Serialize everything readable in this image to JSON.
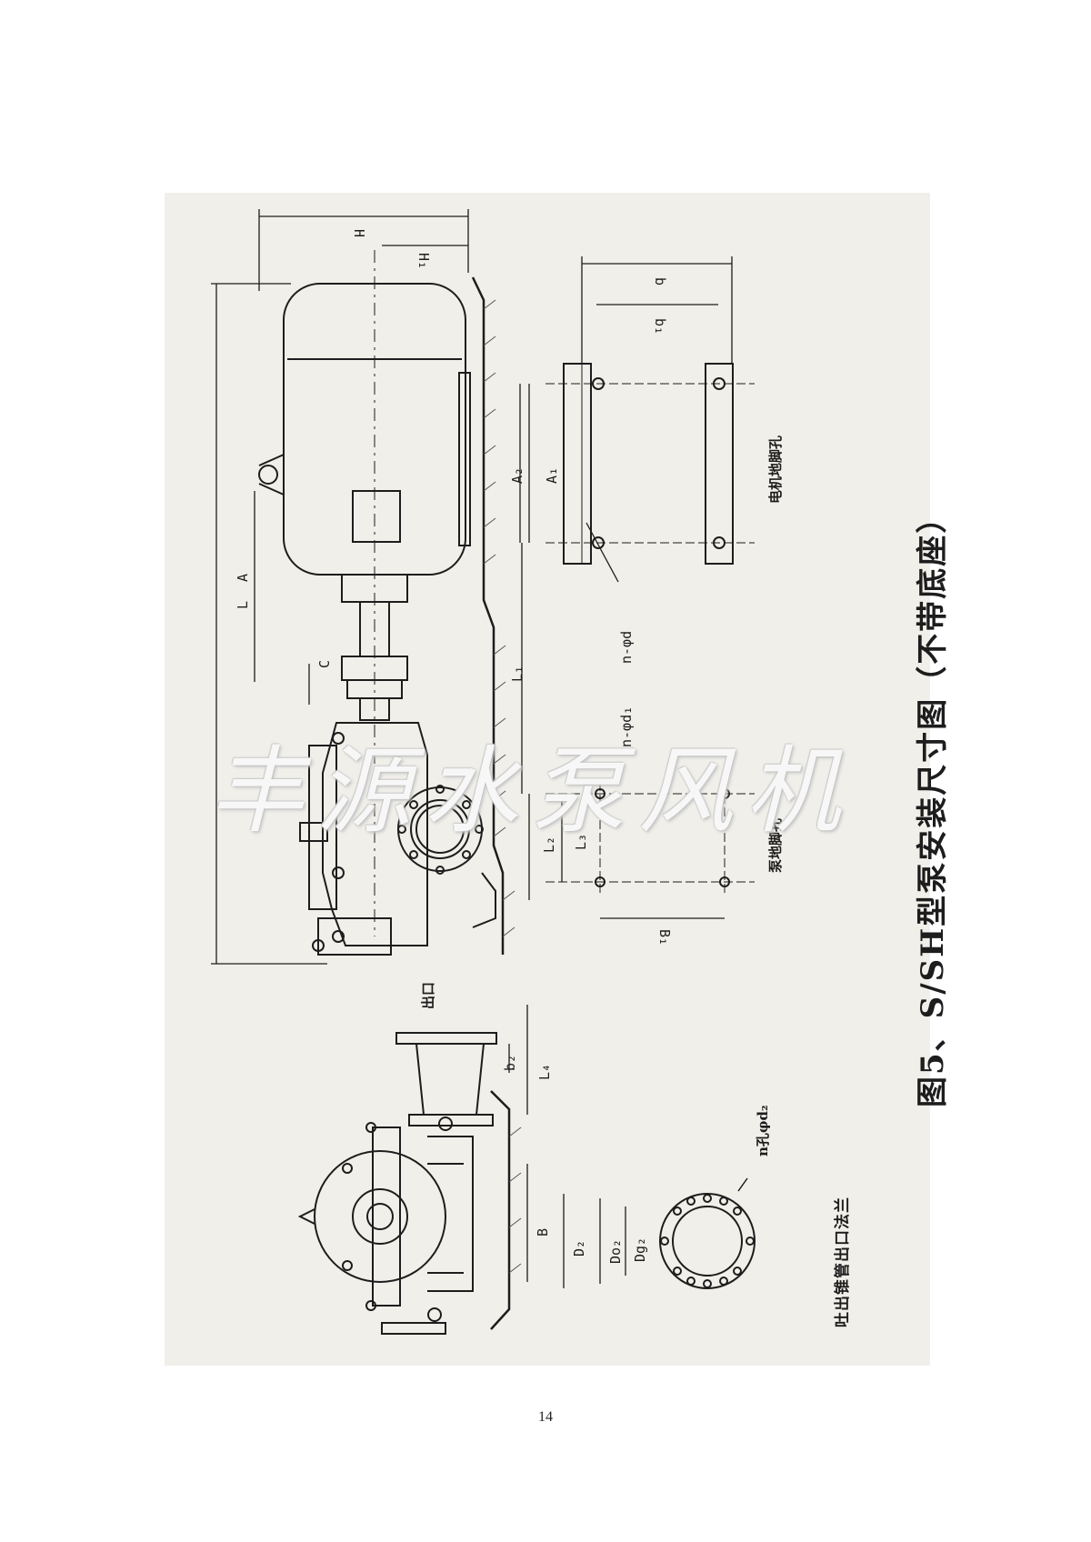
{
  "figure": {
    "caption": "图5、S/SH型泵安装尺寸图（不带底座）",
    "outlet_flange_caption": "吐出锥管出口法兰",
    "watermark": "丰源水泵风机",
    "page_number": "14"
  },
  "labels": {
    "motor_foot_holes": "电机地脚孔",
    "pump_foot_holes": "泵地脚孔",
    "outlet": "出口",
    "flange_holes": "n孔φd₂"
  },
  "dimensions": {
    "H": "H",
    "H1": "H₁",
    "b": "b",
    "b1": "b₁",
    "A": "A",
    "A1": "A₁",
    "A2": "A₂",
    "L": "L",
    "L1": "L₁",
    "L2": "L₂",
    "L3": "L₃",
    "L4": "L₄",
    "C": "C",
    "B": "B",
    "B1": "B₁",
    "b2": "b₂",
    "D2": "D₂",
    "Do2": "Do₂",
    "Dg2": "Dg₂",
    "n_phi_d": "n-φd",
    "n_phi_d1": "n-φd₁"
  },
  "colors": {
    "paper": "#f1efe9",
    "ink": "#1d1d1d"
  }
}
